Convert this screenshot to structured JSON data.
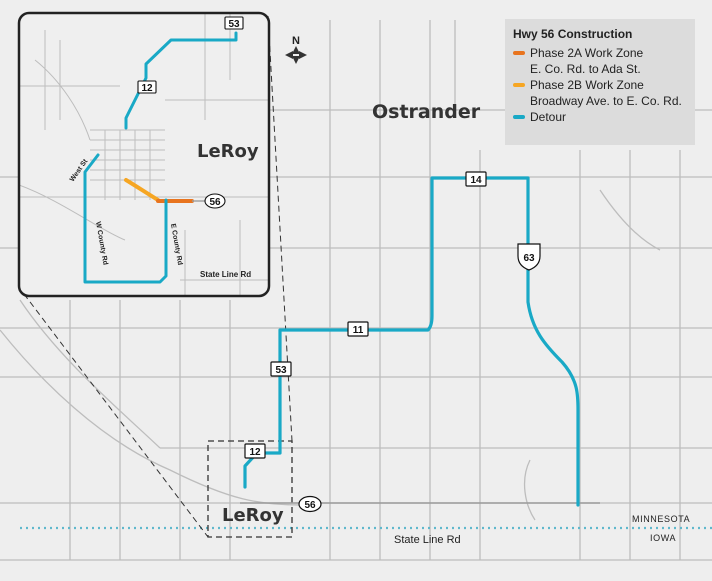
{
  "legend": {
    "title": "Hwy 56 Construction",
    "items": [
      {
        "label": "Phase 2A Work Zone",
        "sub": "E. Co. Rd. to Ada St.",
        "color": "#e8741e"
      },
      {
        "label": "Phase 2B Work Zone",
        "sub": "Broadway Ave. to E. Co. Rd.",
        "color": "#f6a623"
      },
      {
        "label": "Detour",
        "sub": "",
        "color": "#19a9c6"
      }
    ]
  },
  "towns": {
    "ostrander": "Ostrander",
    "leroy_main": "LeRoy",
    "leroy_inset": "LeRoy"
  },
  "roads": {
    "state_line": "State Line Rd",
    "state_line_inset": "State Line Rd",
    "west_st": "West St",
    "w_county": "W County Rd",
    "e_county": "E County Rd"
  },
  "shields": {
    "r14": "14",
    "r63": "63",
    "r11": "11",
    "r53": "53",
    "r12": "12",
    "r56": "56",
    "inset53": "53",
    "inset12": "12",
    "inset56": "56"
  },
  "states": {
    "north": "MINNESOTA",
    "south": "IOWA"
  },
  "compass": {
    "label": "N"
  },
  "colors": {
    "detour": "#19a9c6",
    "phase2a": "#e8741e",
    "phase2b": "#f6a623",
    "background": "#eeeeee",
    "roads": "#b9b9b9"
  }
}
